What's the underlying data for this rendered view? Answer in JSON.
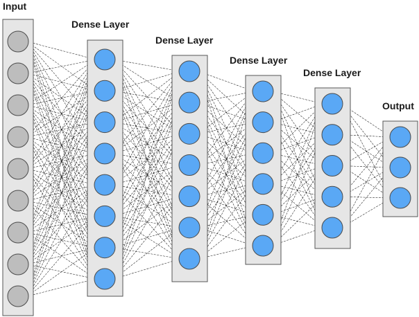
{
  "layers": [
    {
      "label": "Input",
      "nodes": 9,
      "node_color": "#bdbdbd"
    },
    {
      "label": "Dense Layer",
      "nodes": 8,
      "node_color": "#5aa8f5"
    },
    {
      "label": "Dense Layer",
      "nodes": 7,
      "node_color": "#5aa8f5"
    },
    {
      "label": "Dense Layer",
      "nodes": 6,
      "node_color": "#5aa8f5"
    },
    {
      "label": "Dense Layer",
      "nodes": 5,
      "node_color": "#5aa8f5"
    },
    {
      "label": "Output",
      "nodes": 3,
      "node_color": "#5aa8f5"
    }
  ],
  "colors": {
    "box_fill": "#e6e6e6",
    "box_stroke": "#555555",
    "edge": "#000000"
  }
}
